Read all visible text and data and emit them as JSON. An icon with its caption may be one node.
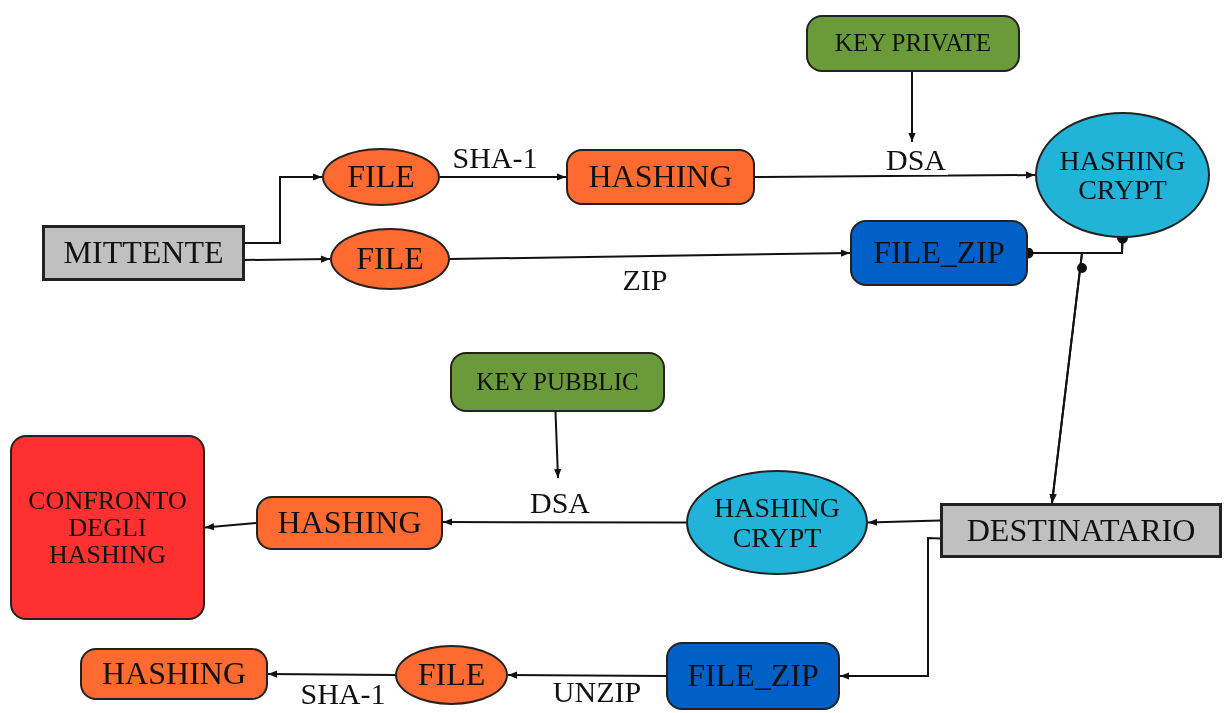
{
  "diagram": {
    "nodes": [
      {
        "text": [
          "MITTENTE"
        ]
      },
      {
        "text": [
          "FILE"
        ]
      },
      {
        "text": [
          "HASHING"
        ]
      },
      {
        "text": [
          "KEY PRIVATE"
        ]
      },
      {
        "text": [
          "HASHING CRYPT"
        ]
      },
      {
        "text": [
          "FILE"
        ]
      },
      {
        "text": [
          "FILE_ZIP"
        ]
      },
      {
        "text": [
          "KEY PUBBLIC"
        ]
      },
      {
        "text": [
          "CONFRONTO DEGLI HASHING"
        ]
      },
      {
        "text": [
          "HASHING"
        ]
      },
      {
        "text": [
          "HASHING CRYPT"
        ]
      },
      {
        "text": [
          "DESTINATARIO"
        ]
      },
      {
        "text": [
          "HASHING"
        ]
      },
      {
        "text": [
          "FILE"
        ]
      },
      {
        "text": [
          "FILE_ZIP"
        ]
      }
    ],
    "edges": [
      {
        "from": 0,
        "to": 1,
        "arrow": "to"
      },
      {
        "from": 0,
        "to": 5,
        "arrow": "to"
      },
      {
        "from": 1,
        "to": 2,
        "arrow": "to",
        "label": "SHA-1"
      },
      {
        "from": 2,
        "to": 4,
        "arrow": "to",
        "label": "DSA"
      },
      {
        "from": 3,
        "to": null,
        "arrow": "to"
      },
      {
        "from": 5,
        "to": 6,
        "arrow": "to",
        "label": "ZIP"
      },
      {
        "from": 6,
        "to": 4,
        "arrow": "other"
      },
      {
        "from": 6,
        "to": 11,
        "arrow": "to"
      },
      {
        "from": 4,
        "to": 11,
        "arrow": "to"
      },
      {
        "from": 11,
        "to": 10,
        "arrow": "to"
      },
      {
        "from": 10,
        "to": 9,
        "arrow": "to",
        "label": "DSA"
      },
      {
        "from": 7,
        "to": null,
        "arrow": "to"
      },
      {
        "from": 9,
        "to": 8,
        "arrow": "to"
      },
      {
        "from": 11,
        "to": 14,
        "arrow": "to"
      },
      {
        "from": 14,
        "to": 13,
        "arrow": "to",
        "label": "UNZIP"
      },
      {
        "from": 13,
        "to": 12,
        "arrow": "to",
        "label": "SHA-1"
      }
    ]
  }
}
